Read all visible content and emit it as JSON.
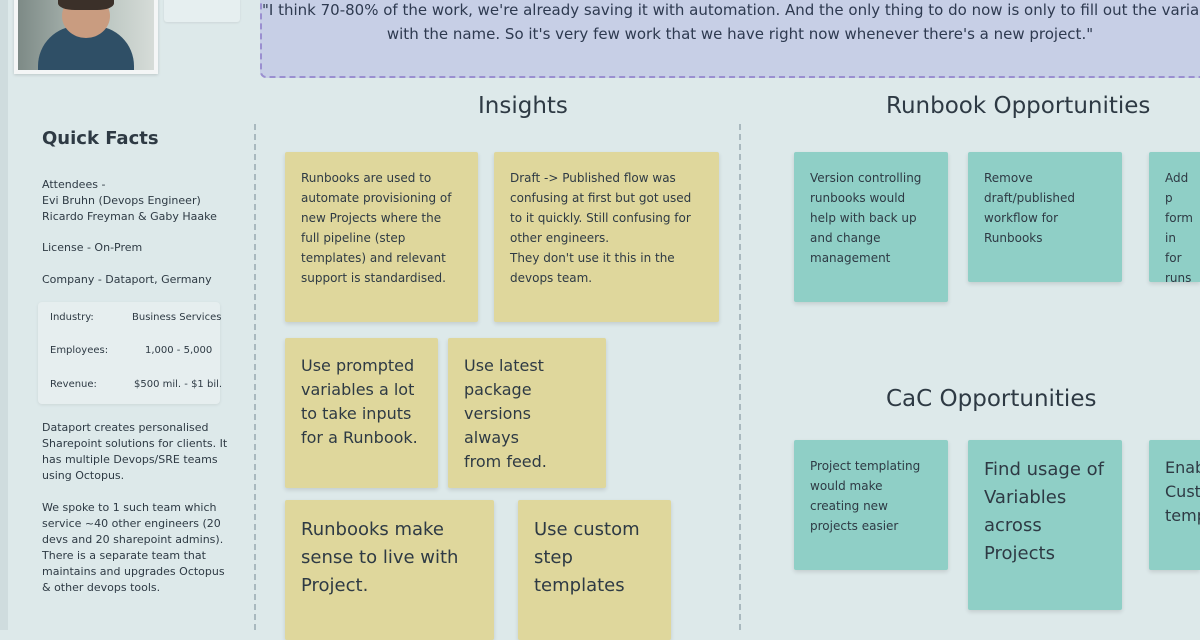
{
  "quote": {
    "line1": "\"I think 70-80% of the work, we're already saving it with automation. And the only thing to do now is only to fill out the variables",
    "line2": "with the name. So it's very few work that we have right now whenever there's a new project.\""
  },
  "quick_facts": {
    "title": "Quick Facts",
    "attendees_label": "Attendees -",
    "attendee_1": "Evi Bruhn (Devops Engineer)",
    "attendee_2": "Ricardo Freyman & Gaby Haake",
    "license": "License - On-Prem",
    "company": "Company - Dataport, Germany",
    "table": [
      {
        "label": "Industry:",
        "value": "Business Services"
      },
      {
        "label": "Employees:",
        "value": "1,000 - 5,000"
      },
      {
        "label": "Revenue:",
        "value": "$500 mil. - $1 bil."
      }
    ],
    "description_lines": [
      "Dataport creates personalised",
      "Sharepoint solutions for clients. It",
      "has multiple Devops/SRE teams",
      "using Octopus."
    ],
    "team_lines": [
      "We spoke to 1 such team which",
      "service ~40 other engineers (20",
      "devs and 20 sharepoint admins).",
      "There is a separate team that",
      "maintains and upgrades Octopus",
      "& other devops tools."
    ]
  },
  "insights": {
    "heading": "Insights",
    "notes": [
      "Runbooks are used to\nautomate provisioning of\nnew Projects where the\nfull pipeline (step\ntemplates) and relevant\nsupport is standardised.",
      "Draft -> Published flow was\nconfusing at first but got used\nto it quickly. Still confusing for\nother engineers.\nThey don't use it this in the\ndevops team.",
      "Use prompted\nvariables a lot\nto take inputs\nfor a Runbook.",
      "Use latest\npackage\nversions always\nfrom feed.",
      "Runbooks make\nsense to live with\nProject.",
      "Use custom\nstep\ntemplates"
    ]
  },
  "runbook_opportunities": {
    "heading": "Runbook Opportunities",
    "notes": [
      "Version controlling\nrunbooks would\nhelp with back up\nand change\nmanagement",
      "Remove\ndraft/published\nworkflow for\nRunbooks",
      "Add p\nform\nin for\nruns"
    ]
  },
  "cac_opportunities": {
    "heading": "CaC Opportunities",
    "notes": [
      "Project templating\nwould make\ncreating new\nprojects easier",
      "Find usage of\nVariables\nacross\nProjects",
      "Enab\nCust\ntemp"
    ]
  },
  "colors": {
    "background": "#dde9ea",
    "quote_fill": "#c7cfe6",
    "quote_border": "#9a8fd0",
    "yellow_note": "#dfd79c",
    "teal_note": "#8fcfc6"
  }
}
